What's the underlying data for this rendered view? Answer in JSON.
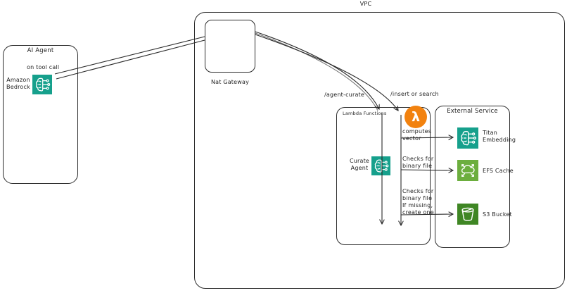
{
  "vpc": {
    "label": "VPC"
  },
  "ai_agent": {
    "title": "AI Agent",
    "note": "on tool call",
    "bedrock_label": "Amazon\nBedrock"
  },
  "nat": {
    "label": "Nat Gateway"
  },
  "routes": {
    "agent_curate": "/agent-curate",
    "insert_or_search": "/insert or search"
  },
  "lambda_box": {
    "title": "Lambda Functions",
    "lambda_glyph": "λ",
    "computes_vector": "computes\nvector",
    "curate_agent": "Curate\nAgent",
    "checks_binary": "Checks for\nbinary file",
    "checks_missing": "Checks for\nbinary file\nIf missing,\ncreate one"
  },
  "external": {
    "title": "External Service",
    "items": [
      {
        "label": "Titan\nEmbedding",
        "icon": "brain-circuit-icon"
      },
      {
        "label": "EFS Cache",
        "icon": "cloud-scale-icon"
      },
      {
        "label": "S3 Bucket",
        "icon": "bucket-icon"
      }
    ]
  },
  "icons": {
    "bedrock": "brain-circuit-icon",
    "curate_agent": "brain-circuit-icon",
    "lambda": "lambda-icon"
  },
  "colors": {
    "stroke": "#2b2b2b",
    "teal": "#16a08c",
    "lambda_orange": "#f2820f",
    "efs_green": "#6cae3e",
    "s3_green": "#3f8624"
  }
}
